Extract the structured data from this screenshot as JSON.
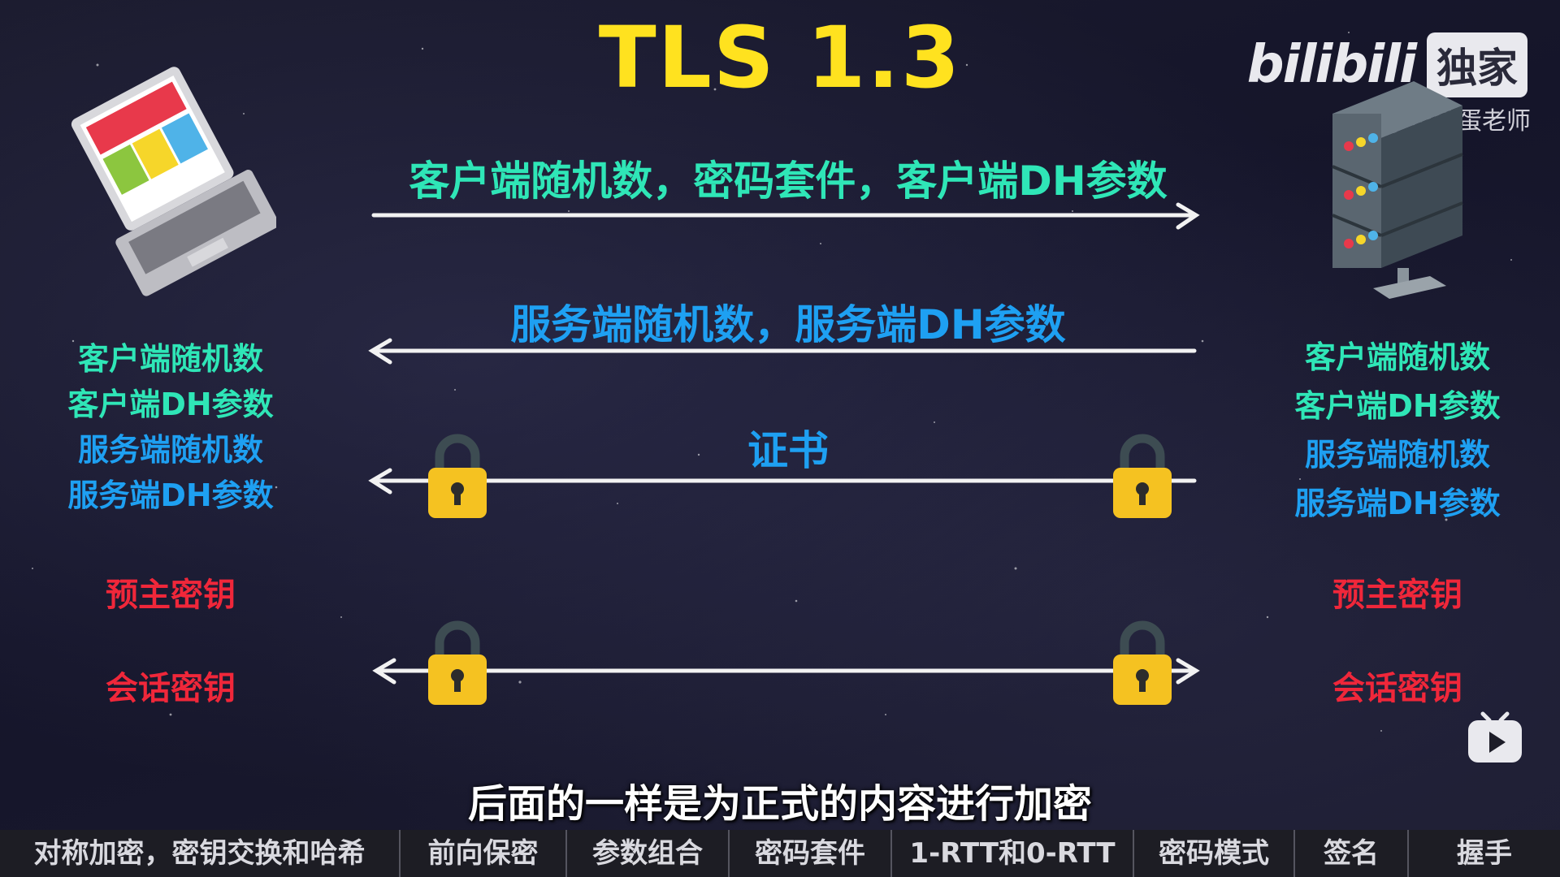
{
  "title": "TLS 1.3",
  "brand": {
    "logo": "bilibili",
    "badge": "独家",
    "watermark": "@技术蛋老师"
  },
  "messages": {
    "client_hello": "客户端随机数，密码套件，客户端DH参数",
    "server_hello": "服务端随机数，服务端DH参数",
    "certificate": "证书"
  },
  "client": {
    "items": [
      "客户端随机数",
      "客户端DH参数",
      "服务端随机数",
      "服务端DH参数"
    ],
    "premaster": "预主密钥",
    "session_key": "会话密钥"
  },
  "server": {
    "items": [
      "客户端随机数",
      "客户端DH参数",
      "服务端随机数",
      "服务端DH参数"
    ],
    "premaster": "预主密钥",
    "session_key": "会话密钥"
  },
  "subtitle": "后面的一样是为正式的内容进行加密",
  "chapters": [
    "对称加密，密钥交换和哈希",
    "前向保密",
    "参数组合",
    "密码套件",
    "1-RTT和0-RTT",
    "密码模式",
    "签名",
    "握手"
  ],
  "colors": {
    "title": "#ffe21f",
    "client_color": "#2fe6b7",
    "server_color": "#1ea0f2",
    "key_color": "#f0273a",
    "lock_color": "#f5c221"
  },
  "icons": [
    "laptop-icon",
    "server-icon",
    "lock-icon",
    "tv-play-icon"
  ]
}
